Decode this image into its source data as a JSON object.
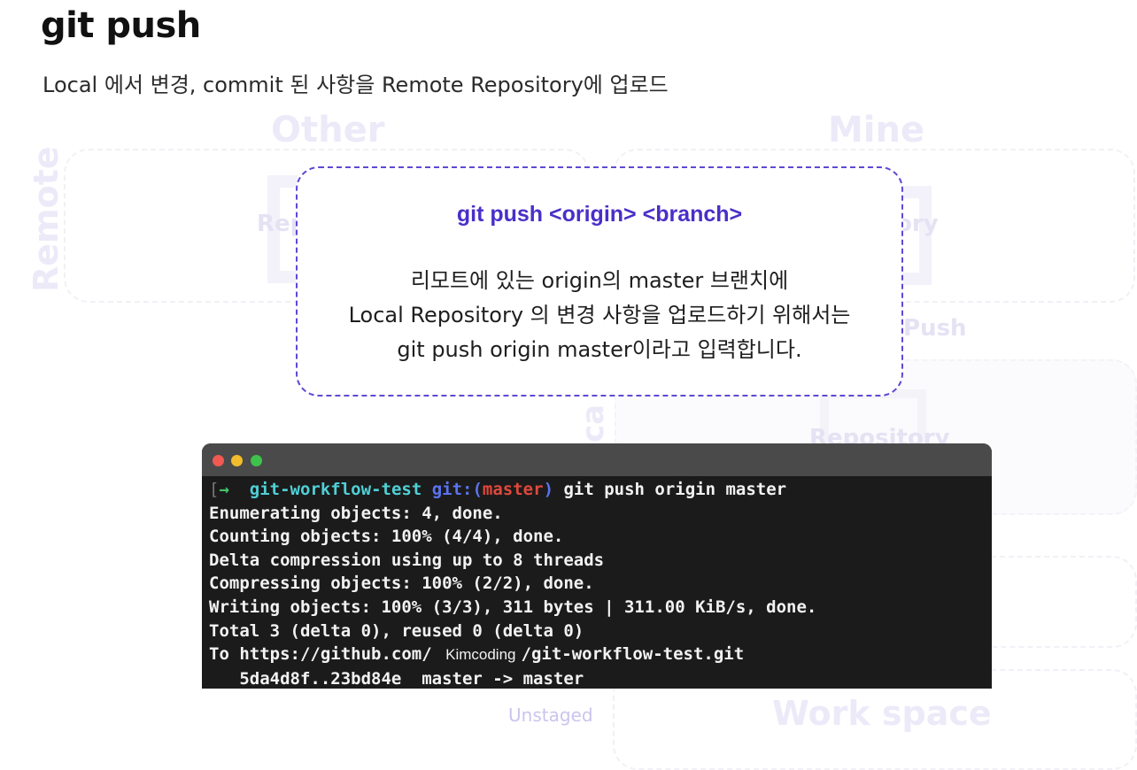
{
  "slide": {
    "title": "git push",
    "subtitle": "Local 에서 변경, commit 된 사항을 Remote Repository에 업로드"
  },
  "diagram": {
    "col_other": "Other",
    "col_mine": "Mine",
    "row_remote": "Remote",
    "row_local_fragment": "ca",
    "label_repo_left": "Rep",
    "label_repo_right": "ory",
    "label_push": "Push",
    "label_repository": "Repository",
    "label_unstaged": "Unstaged",
    "label_workspace": "Work space"
  },
  "callout": {
    "command": "git push <origin> <branch>",
    "line1": "리모트에 있는 origin의 master 브랜치에",
    "line2": "Local Repository 의 변경 사항을 업로드하기 위해서는",
    "line3": "git push origin master이라고 입력합니다."
  },
  "terminal": {
    "prompt_bracket": "[",
    "prompt_arrow": "→",
    "prompt_dir": "git-workflow-test",
    "prompt_git": "git:(",
    "prompt_branch": "master",
    "prompt_close": ")",
    "command": "git push origin master",
    "lines": [
      "Enumerating objects: 4, done.",
      "Counting objects: 100% (4/4), done.",
      "Delta compression using up to 8 threads",
      "Compressing objects: 100% (2/2), done.",
      "Writing objects: 100% (3/3), 311 bytes | 311.00 KiB/s, done.",
      "Total 3 (delta 0), reused 0 (delta 0)"
    ],
    "to_prefix": "To https://github.com/",
    "to_user": "Kimcoding",
    "to_suffix": "/git-workflow-test.git",
    "last_line": "   5da4d8f..23bd84e  master -> master"
  }
}
